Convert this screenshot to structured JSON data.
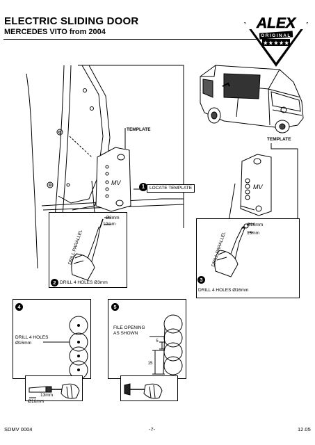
{
  "header": {
    "title": "ELECTRIC SLIDING DOOR",
    "subtitle": "MERCEDES VITO from 2004"
  },
  "logo": {
    "brand": "ALEX",
    "ribbon": "ORIGINAL",
    "stars": "★★★★★"
  },
  "steps": [
    {
      "number": "1",
      "label": "LOCATE TEMPLATE"
    },
    {
      "number": "2",
      "label": "DRILL 4 HOLES Ø3mm"
    },
    {
      "number": "3",
      "label": "DRILL 4 HOLES Ø16mm"
    },
    {
      "number": "4",
      "label": "DRILL 4 HOLES"
    },
    {
      "number": "5",
      "label": "FILE OPENING AS SHOWN"
    }
  ],
  "annotations": {
    "template": "TEMPLATE",
    "template_mark": "MV",
    "drill_parallel": "DRILL PARALLEL",
    "dia3": "Ø3mm",
    "len10": "10mm",
    "dia16": "Ø16mm",
    "len13": "13mm",
    "step4_dia": "Ø16mm",
    "file_line1": "FILE OPENING",
    "file_line2": "AS SHOWN",
    "dim5": "5",
    "dim15": "15"
  },
  "footer": {
    "code": "SDMV 0004",
    "page": "-7-",
    "date": "12.05"
  }
}
